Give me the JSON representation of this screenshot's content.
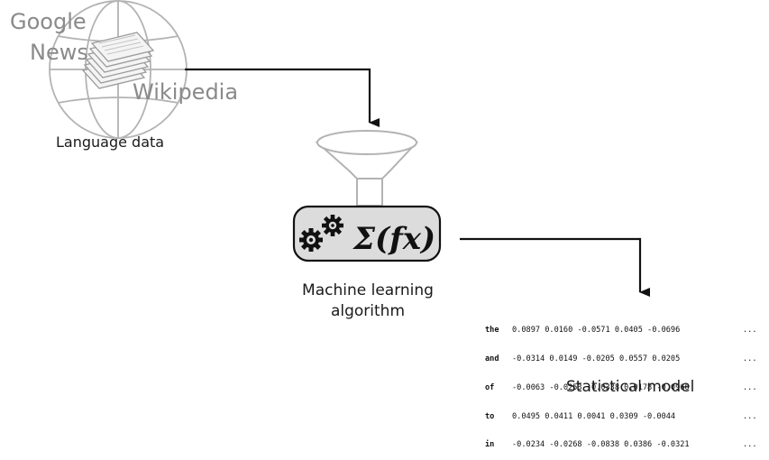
{
  "sources": {
    "google": "Google",
    "news": "News",
    "wikipedia": "Wikipedia"
  },
  "labels": {
    "language_data": "Language data",
    "ml_line1": "Machine learning",
    "ml_line2": "algorithm",
    "statistical_model": "Statistical model",
    "sigma_formula": "Σ(fx)"
  },
  "matrix": {
    "rows": [
      {
        "word": "the",
        "values": "0.0897 0.0160 -0.0571 0.0405 -0.0696",
        "tail": "..."
      },
      {
        "word": "and",
        "values": "-0.0314 0.0149 -0.0205 0.0557 0.0205",
        "tail": "..."
      },
      {
        "word": "of",
        "values": "-0.0063 -0.0253 -0.0338 0.0178 -0.0966",
        "tail": "..."
      },
      {
        "word": "to",
        "values": "0.0495 0.0411 0.0041 0.0309 -0.0044",
        "tail": "..."
      },
      {
        "word": "in",
        "values": "-0.0234 -0.0268 -0.0838 0.0386 -0.0321",
        "tail": "..."
      }
    ]
  },
  "colors": {
    "line": "#111111",
    "globe": "#b3b3b3",
    "box_fill": "#dcdcdc",
    "source_text": "#8a8a8a"
  }
}
